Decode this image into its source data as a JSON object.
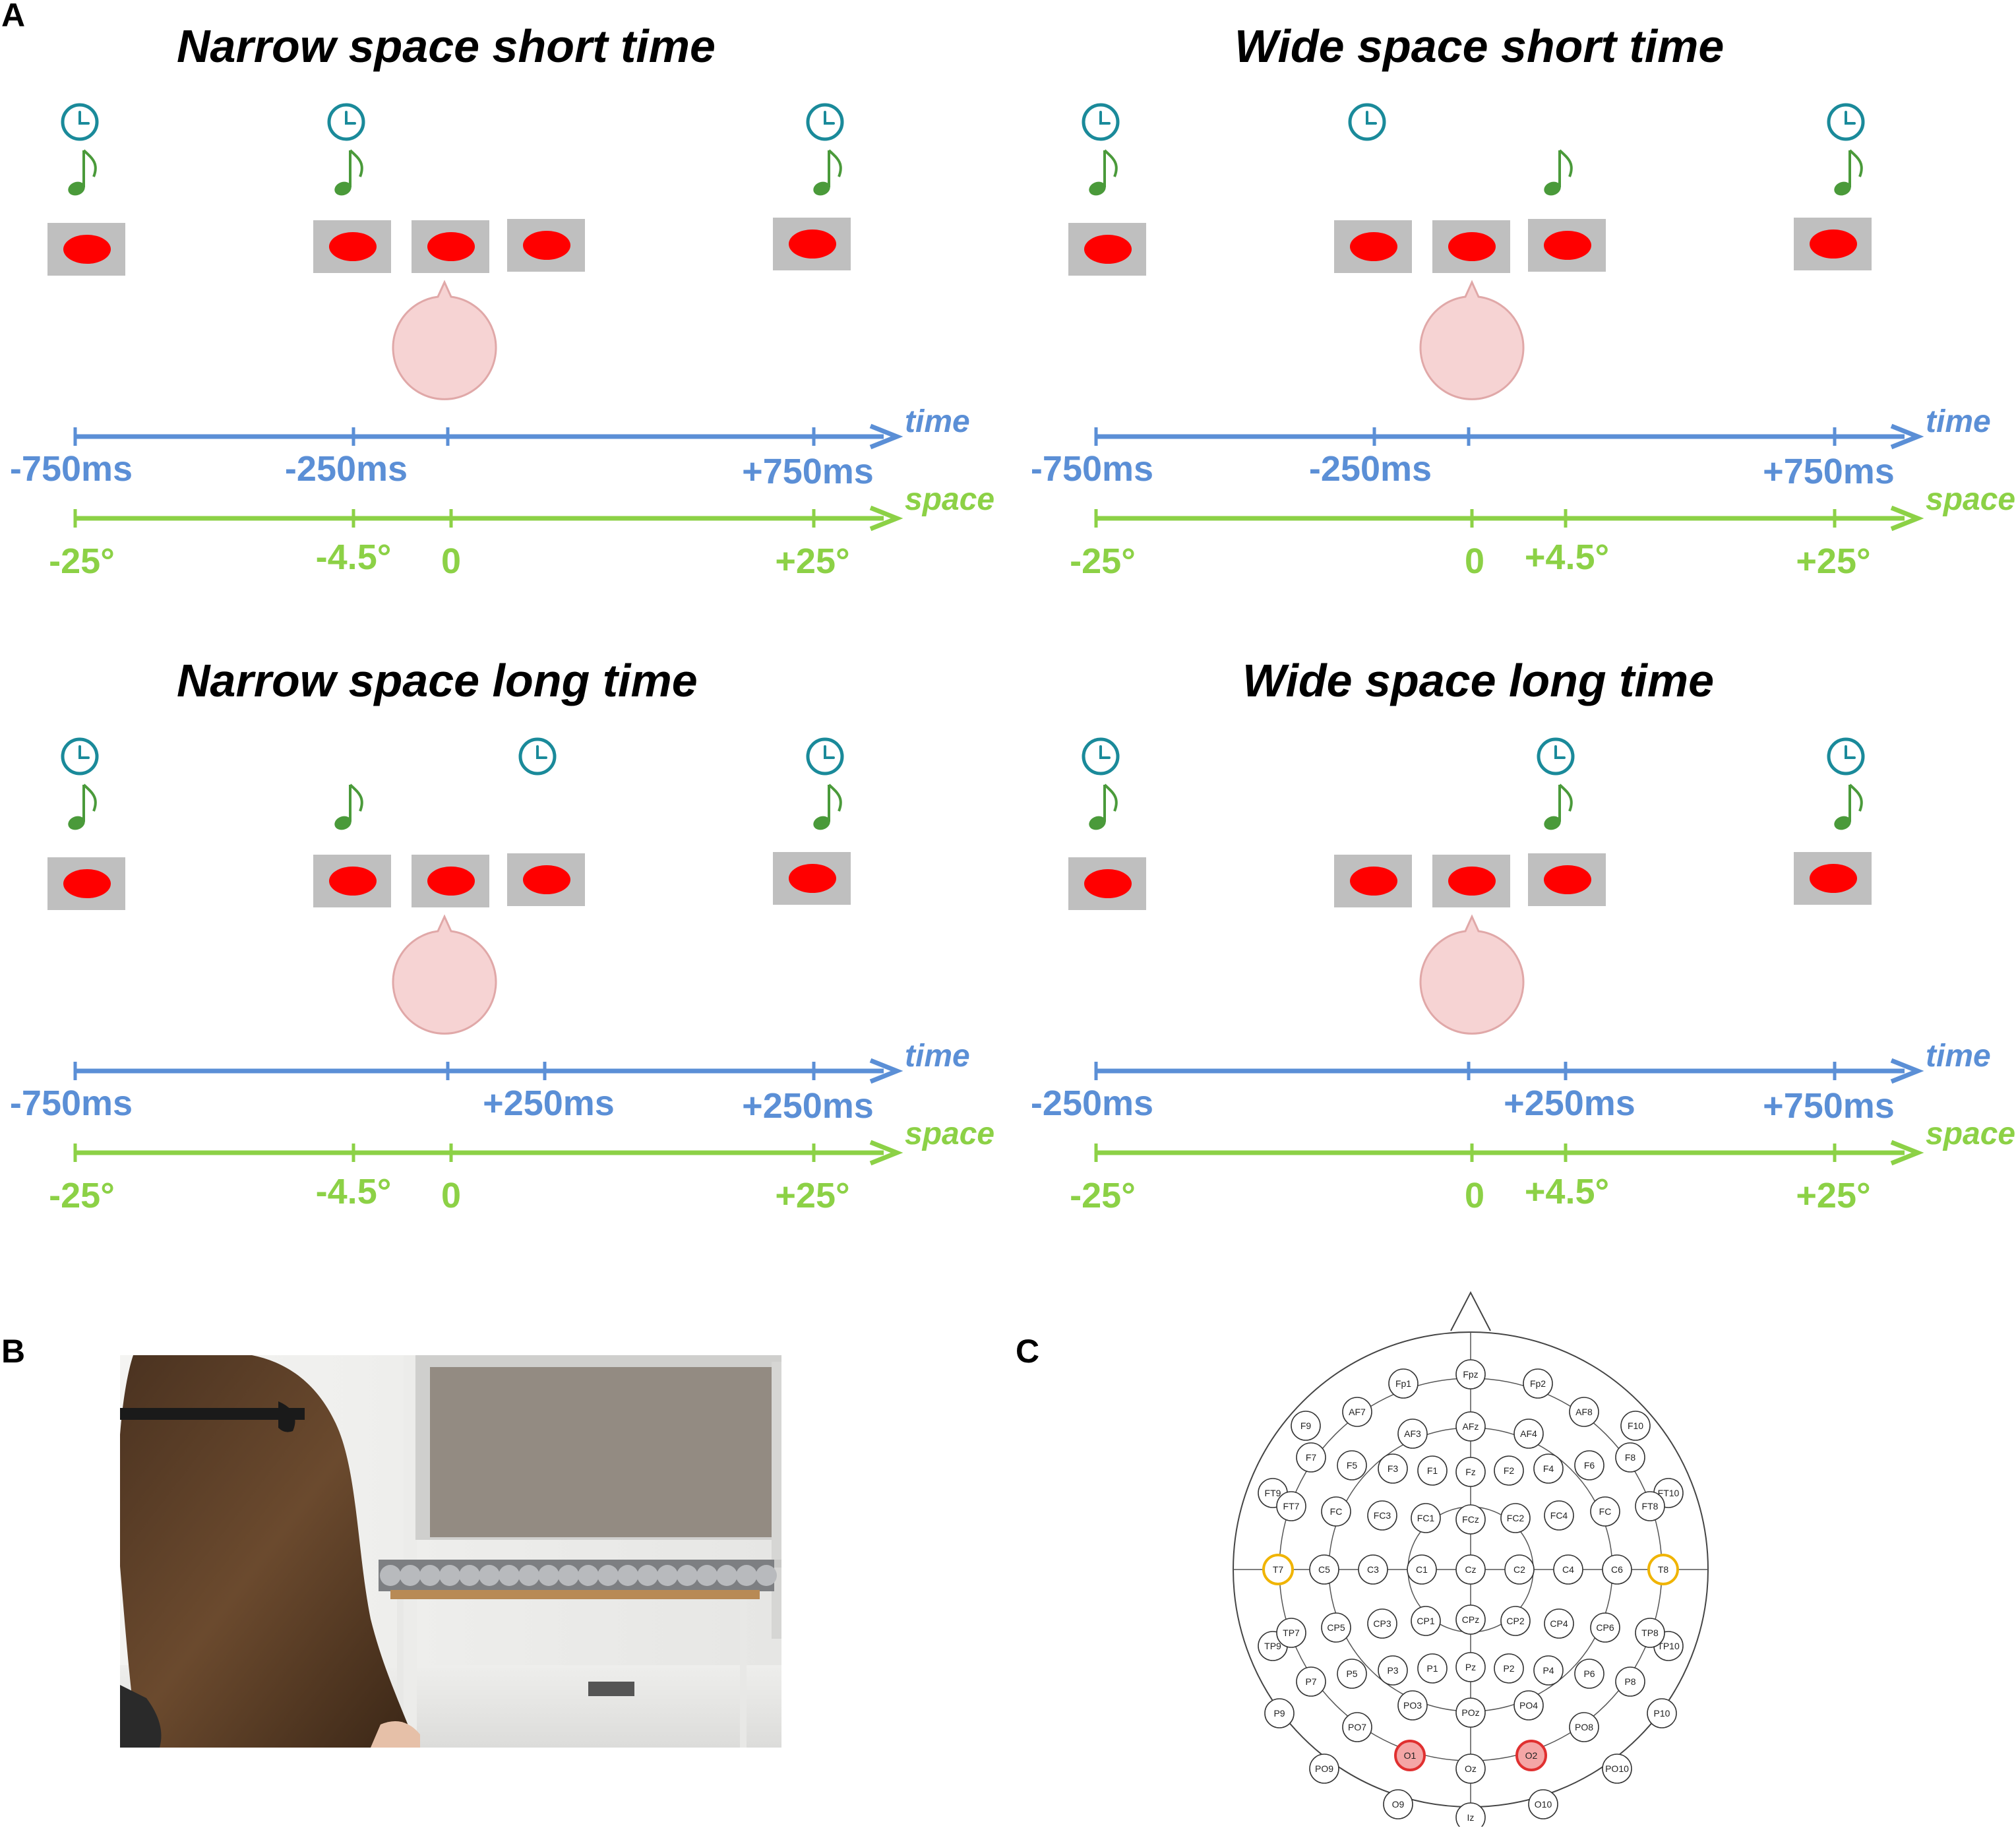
{
  "panel_labels": {
    "a": "A",
    "b": "B",
    "c": "C"
  },
  "colors": {
    "time": "#5b8fd6",
    "space": "#8cd146",
    "stimulus": "#ff0000",
    "speaker_box": "#bfbfbf",
    "bubble": "#f6d3d3",
    "clock": "#1a8a9a",
    "note": "#4a9a3a",
    "temporal_electrode": "#f0b400",
    "occipital_electrode": "#e03030"
  },
  "icons": {
    "clock": "clock-icon",
    "note": "music-note-icon",
    "bubble": "speech-bubble-icon"
  },
  "panels": [
    {
      "title": "Narrow space short time",
      "time_axis_word": "time",
      "space_axis_word": "space",
      "time_labels": [
        "-750ms",
        "-250ms",
        "+750ms"
      ],
      "space_labels": [
        "-25°",
        "-4.5°",
        "0",
        "+25°"
      ]
    },
    {
      "title": "Wide space short time",
      "time_axis_word": "time",
      "space_axis_word": "space",
      "time_labels": [
        "-750ms",
        "-250ms",
        "+750ms"
      ],
      "space_labels": [
        "-25°",
        "0",
        "+4.5°",
        "+25°"
      ]
    },
    {
      "title": "Narrow space long time",
      "time_axis_word": "time",
      "space_axis_word": "space",
      "time_labels": [
        "-750ms",
        "+250ms",
        "+250ms"
      ],
      "space_labels": [
        "-25°",
        "-4.5°",
        "0",
        "+25°"
      ]
    },
    {
      "title": "Wide space long time",
      "time_axis_word": "time",
      "space_axis_word": "space",
      "time_labels": [
        "-250ms",
        "+250ms",
        "+750ms"
      ],
      "space_labels": [
        "-25°",
        "0",
        "+4.5°",
        "+25°"
      ]
    }
  ],
  "electrodes": [
    "Fpz",
    "Fp1",
    "Fp2",
    "AF7",
    "AF8",
    "AF3",
    "AFz",
    "AF4",
    "F9",
    "F10",
    "F7",
    "F5",
    "F3",
    "F1",
    "Fz",
    "F2",
    "F4",
    "F6",
    "F8",
    "FT9",
    "FT10",
    "FT7",
    "FC",
    "FC3",
    "FC1",
    "FCz",
    "FC2",
    "FC4",
    "FC",
    "FT8",
    "T7",
    "C5",
    "C3",
    "C1",
    "Cz",
    "C2",
    "C4",
    "C6",
    "T8",
    "TP9",
    "TP10",
    "TP7",
    "CP5",
    "CP3",
    "CP1",
    "CPz",
    "CP2",
    "CP4",
    "CP6",
    "TP8",
    "P9",
    "P7",
    "P5",
    "P3",
    "P1",
    "Pz",
    "P2",
    "P4",
    "P6",
    "P8",
    "P10",
    "PO7",
    "PO3",
    "POz",
    "PO4",
    "PO8",
    "PO9",
    "O1",
    "Oz",
    "O2",
    "PO10",
    "O9",
    "Iz",
    "O10"
  ],
  "highlighted_temporal": [
    "T7",
    "T8"
  ],
  "highlighted_occipital": [
    "O1",
    "O2"
  ]
}
